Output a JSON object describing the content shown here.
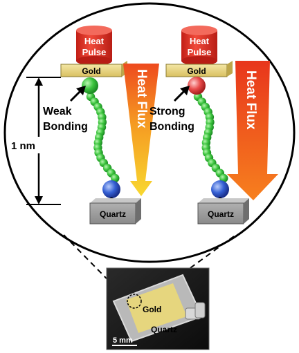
{
  "left_assembly": {
    "heat_pulse_line1": "Heat",
    "heat_pulse_line2": "Pulse",
    "gold_label": "Gold",
    "bonding_line1": "Weak",
    "bonding_line2": "Bonding",
    "flux_label": "Heat Flux",
    "substrate_label": "Quartz"
  },
  "right_assembly": {
    "heat_pulse_line1": "Heat",
    "heat_pulse_line2": "Pulse",
    "gold_label": "Gold",
    "bonding_line1": "Strong",
    "bonding_line2": "Bonding",
    "flux_label": "Heat Flux",
    "substrate_label": "Quartz"
  },
  "scale": {
    "length_label": "1 nm"
  },
  "photo": {
    "gold_label": "Gold",
    "quartz_label": "Quartz",
    "scalebar_label": "5 mm"
  },
  "colors": {
    "heat_pulse_red": "#e8382a",
    "gold_plate": "#e6d27a",
    "chain_green": "#39c43c",
    "anchor_blue": "#2f5fd0",
    "strong_bond_red": "#e84a4a",
    "arrow_orange": "#f07a1c",
    "arrow_yellow": "#f7c22a",
    "quartz_gray": "#9a9a9a"
  }
}
